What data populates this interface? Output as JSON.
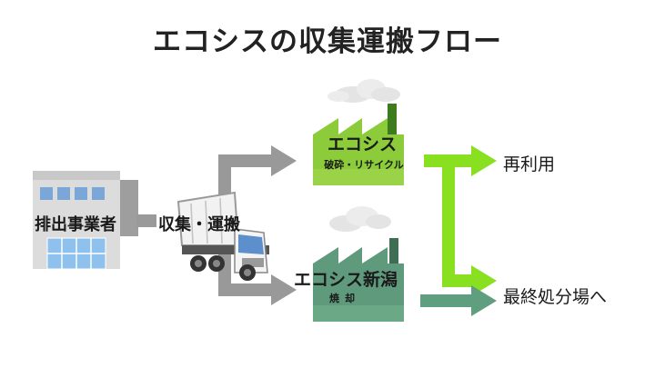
{
  "title": "エコシスの収集運搬フロー",
  "source": {
    "label": "排出事業者"
  },
  "transport": {
    "label": "収集・運搬"
  },
  "facilities": [
    {
      "name": "エコシス",
      "process": "破砕・リサイクル"
    },
    {
      "name": "エコシス新潟",
      "process": "焼却"
    }
  ],
  "outputs": [
    {
      "label": "再利用"
    },
    {
      "label": "最終処分場へ"
    }
  ],
  "colors": {
    "gray_arrow": "#999999",
    "green_arrow": "#88e020",
    "teal_arrow": "#5f9f7f",
    "factory_green": "#8ccc3a",
    "factory_teal": "#5f9a7c"
  }
}
